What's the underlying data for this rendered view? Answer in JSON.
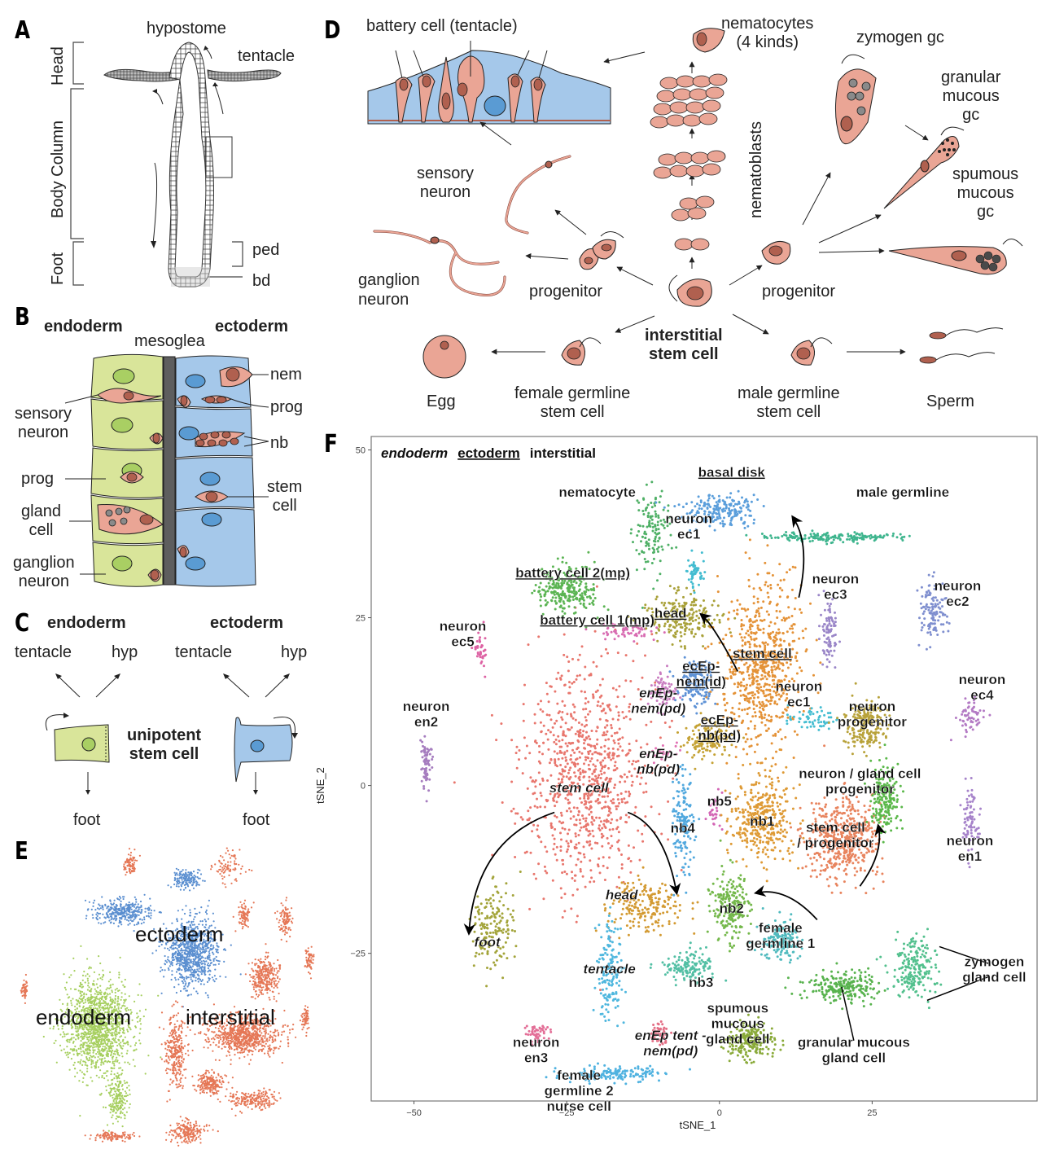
{
  "panels": {
    "A": {
      "letter": "A",
      "labels": {
        "hypostome": "hypostome",
        "tentacle": "tentacle",
        "head": "Head",
        "body_column": "Body Column",
        "foot": "Foot",
        "ped": "ped",
        "bd": "bd"
      }
    },
    "B": {
      "letter": "B",
      "labels": {
        "endoderm": "endoderm",
        "ectoderm": "ectoderm",
        "mesoglea": "mesoglea",
        "sensory_neuron_1": "sensory",
        "sensory_neuron_2": "neuron",
        "prog_left": "prog",
        "gland_cell_1": "gland",
        "gland_cell_2": "cell",
        "ganglion_1": "ganglion",
        "ganglion_2": "neuron",
        "nem": "nem",
        "prog_right": "prog",
        "nb": "nb",
        "stem_cell_1": "stem",
        "stem_cell_2": "cell"
      }
    },
    "C": {
      "letter": "C",
      "labels": {
        "endoderm": "endoderm",
        "ectoderm": "ectoderm",
        "tentacle_left": "tentacle",
        "hyp_left": "hyp",
        "tentacle_right": "tentacle",
        "hyp_right": "hyp",
        "unipotent_1": "unipotent",
        "unipotent_2": "stem cell",
        "foot_left": "foot",
        "foot_right": "foot"
      }
    },
    "D": {
      "letter": "D",
      "labels": {
        "battery_cell": "battery cell (tentacle)",
        "nematocytes_1": "nematocytes",
        "nematocytes_2": "(4 kinds)",
        "nematoblasts": "nematoblasts",
        "zymogen_gc": "zymogen gc",
        "granular_1": "granular",
        "granular_2": "mucous",
        "granular_3": "gc",
        "spumous_1": "spumous",
        "spumous_2": "mucous",
        "spumous_3": "gc",
        "sensory_1": "sensory",
        "sensory_2": "neuron",
        "ganglion_1": "ganglion",
        "ganglion_2": "neuron",
        "progenitor_left": "progenitor",
        "progenitor_right": "progenitor",
        "isc_1": "interstitial",
        "isc_2": "stem cell",
        "egg": "Egg",
        "female_1": "female  germline",
        "female_2": "stem cell",
        "male_1": "male germline",
        "male_2": "stem cell",
        "sperm": "Sperm"
      }
    },
    "E": {
      "letter": "E",
      "labels": {
        "ectoderm": "ectoderm",
        "endoderm": "endoderm",
        "interstitial": "interstitial"
      },
      "colors": {
        "ectoderm": "#5b8fd0",
        "endoderm": "#a6cf5f",
        "interstitial": "#e57756"
      }
    },
    "F": {
      "letter": "F"
    }
  },
  "colors": {
    "endoderm_fill": "#d9e59a",
    "endoderm_nucleus": "#a9cf63",
    "ectoderm_fill": "#a5c8ea",
    "ectoderm_nucleus": "#5a9bd3",
    "cell_fill": "#eaa595",
    "cell_nucleus": "#b0604f",
    "mesoglea": "#5e5e5e",
    "granule": "#8a8a8a"
  },
  "chart_data": {
    "type": "scatter",
    "title_parts": [
      {
        "text": "endoderm",
        "style": "italic"
      },
      {
        "text": "ectoderm",
        "style": "underline"
      },
      {
        "text": "interstitial",
        "style": "plain"
      }
    ],
    "xlabel": "tSNE_1",
    "ylabel": "tSNE_2",
    "xlim": [
      -57,
      52
    ],
    "ylim": [
      -47,
      52
    ],
    "xticks": [
      -50,
      -25,
      0,
      25
    ],
    "yticks": [
      50,
      25,
      0,
      -25
    ],
    "grid": false,
    "legend": "none",
    "clusters": [
      {
        "label": "stem cell",
        "style": "italic",
        "color": "#e8766d",
        "cx": -22,
        "cy": 1,
        "sx": 9,
        "sy": 14,
        "n": 900,
        "lx": -23,
        "ly": -1
      },
      {
        "label": "foot",
        "style": "italic",
        "color": "#a3a43a",
        "cx": -37,
        "cy": -21,
        "sx": 2.6,
        "sy": 5,
        "n": 160,
        "lx": -38,
        "ly": -24
      },
      {
        "label": "head",
        "style": "italic",
        "color": "#d39a32",
        "cx": -12,
        "cy": -18,
        "sx": 5,
        "sy": 3,
        "n": 200,
        "lx": -16,
        "ly": -17
      },
      {
        "label": "enEp-\nnem(pd)",
        "style": "italic",
        "color": "#c97cc0",
        "cx": -9,
        "cy": 14,
        "sx": 2,
        "sy": 2.5,
        "n": 70,
        "lx": -10,
        "ly": 12
      },
      {
        "label": "enEp-\nnb(pd)",
        "style": "italic",
        "color": "#e171b3",
        "cx": -9,
        "cy": 5,
        "sx": 1.5,
        "sy": 1.5,
        "n": 25,
        "lx": -10,
        "ly": 3
      },
      {
        "label": "tentacle",
        "style": "italic",
        "color": "#4fb7de",
        "cx": -18,
        "cy": -28,
        "sx": 1.8,
        "sy": 6,
        "n": 160,
        "lx": -18,
        "ly": -28
      },
      {
        "label": "enEp tent -\nnem(pd)",
        "style": "italic",
        "color": "#e36e85",
        "cx": -10,
        "cy": -37,
        "sx": 1.5,
        "sy": 1.2,
        "n": 50,
        "lx": -8,
        "ly": -39
      },
      {
        "label": "female\ngermline 2\nnurse cell",
        "style": "plain",
        "color": "#4fb2e0",
        "cx": -17,
        "cy": -43,
        "sx": 7,
        "sy": 1.0,
        "n": 150,
        "lx": -23,
        "ly": -46
      },
      {
        "label": "neuron\nen3",
        "style": "plain",
        "color": "#e36f97",
        "cx": -30,
        "cy": -37,
        "sx": 1.6,
        "sy": 1.1,
        "n": 50,
        "lx": -30,
        "ly": -40
      },
      {
        "label": "neuron\nen2",
        "style": "plain",
        "color": "#a67dbf",
        "cx": -48,
        "cy": 3,
        "sx": 0.7,
        "sy": 3.5,
        "n": 70,
        "lx": -48,
        "ly": 10
      },
      {
        "label": "neuron\nec5",
        "style": "plain",
        "color": "#dd62a3",
        "cx": -39,
        "cy": 20,
        "sx": 1.0,
        "sy": 2.0,
        "n": 40,
        "lx": -42,
        "ly": 22
      },
      {
        "label": "battery cell 2(mp)",
        "style": "underline",
        "color": "#5bb453",
        "cx": -25,
        "cy": 29,
        "sx": 4.5,
        "sy": 3,
        "n": 260,
        "lx": -24,
        "ly": 31
      },
      {
        "label": "battery cell 1(mp)",
        "style": "underline",
        "color": "#d86cb2",
        "cx": -15,
        "cy": 23,
        "sx": 4,
        "sy": 0.8,
        "n": 60,
        "lx": -20,
        "ly": 24
      },
      {
        "label": "head",
        "style": "underline",
        "color": "#a9a139",
        "cx": -6,
        "cy": 25,
        "sx": 5,
        "sy": 3,
        "n": 220,
        "lx": -8,
        "ly": 25
      },
      {
        "label": "nematocyte",
        "style": "plain",
        "color": "#4fb066",
        "cx": -11,
        "cy": 38,
        "sx": 2.5,
        "sy": 5,
        "n": 130,
        "lx": -20,
        "ly": 43
      },
      {
        "label": "neuron\nec1",
        "style": "plain",
        "color": "#43bcd0",
        "cx": -4,
        "cy": 32,
        "sx": 1.2,
        "sy": 2,
        "n": 50,
        "lx": -5,
        "ly": 38
      },
      {
        "label": "basal disk",
        "style": "underline",
        "color": "#5a9edb",
        "cx": 0,
        "cy": 41,
        "sx": 5,
        "sy": 2.2,
        "n": 200,
        "lx": 2,
        "ly": 46
      },
      {
        "label": "male germline",
        "style": "plain",
        "color": "#3fb58e",
        "cx": 19,
        "cy": 37,
        "sx": 9,
        "sy": 0.6,
        "n": 180,
        "lx": 30,
        "ly": 43
      },
      {
        "label": "stem cell",
        "style": "underline",
        "color": "#e49237",
        "cx": 7,
        "cy": 18,
        "sx": 5.5,
        "sy": 10,
        "n": 700,
        "lx": 7,
        "ly": 19
      },
      {
        "label": "ecEp-\nnem(id)",
        "style": "underline",
        "color": "#5e92d6",
        "cx": -4,
        "cy": 15,
        "sx": 2.2,
        "sy": 3,
        "n": 150,
        "lx": -3,
        "ly": 16
      },
      {
        "label": "ecEp-\nnb(pd)",
        "style": "underline",
        "color": "#c5a234",
        "cx": -2,
        "cy": 7,
        "sx": 3,
        "sy": 2.5,
        "n": 150,
        "lx": 0,
        "ly": 8
      },
      {
        "label": "nb5",
        "style": "plain",
        "color": "#d365b5",
        "cx": -1,
        "cy": -4,
        "sx": 1.2,
        "sy": 2.2,
        "n": 30,
        "lx": 0,
        "ly": -3
      },
      {
        "label": "nb4",
        "style": "plain",
        "color": "#51a8de",
        "cx": -6,
        "cy": -6,
        "sx": 1.5,
        "sy": 7,
        "n": 150,
        "lx": -6,
        "ly": -7
      },
      {
        "label": "nb1",
        "style": "plain",
        "color": "#de9a35",
        "cx": 7,
        "cy": -5,
        "sx": 4,
        "sy": 5,
        "n": 360,
        "lx": 7,
        "ly": -6
      },
      {
        "label": "nb2",
        "style": "plain",
        "color": "#74b84b",
        "cx": 2,
        "cy": -18,
        "sx": 2.5,
        "sy": 4,
        "n": 220,
        "lx": 2,
        "ly": -19
      },
      {
        "label": "nb3",
        "style": "plain",
        "color": "#52bfa4",
        "cx": -5,
        "cy": -27,
        "sx": 4,
        "sy": 2,
        "n": 140,
        "lx": -3,
        "ly": -30
      },
      {
        "label": "stem cell\n/ progenitor",
        "style": "plain",
        "color": "#e8845e",
        "cx": 20,
        "cy": -8,
        "sx": 5,
        "sy": 5,
        "n": 500,
        "lx": 19,
        "ly": -8
      },
      {
        "label": "female\ngermline 1",
        "style": "plain",
        "color": "#4fbabe",
        "cx": 10,
        "cy": -23,
        "sx": 2.5,
        "sy": 2.5,
        "n": 160,
        "lx": 10,
        "ly": -23
      },
      {
        "label": "neuron\nec1",
        "style": "plain",
        "color": "#44bdd1",
        "cx": 15,
        "cy": 10,
        "sx": 3,
        "sy": 1.3,
        "n": 60,
        "lx": 13,
        "ly": 13
      },
      {
        "label": "neuron\nprogenitor",
        "style": "plain",
        "color": "#b8a23a",
        "cx": 24,
        "cy": 9,
        "sx": 3,
        "sy": 3,
        "n": 220,
        "lx": 25,
        "ly": 10
      },
      {
        "label": "neuron / gland cell\nprogenitor",
        "style": "plain",
        "color": "#5bb84a",
        "cx": 27,
        "cy": -2,
        "sx": 2,
        "sy": 4,
        "n": 200,
        "lx": 23,
        "ly": 0
      },
      {
        "label": "neuron\nec3",
        "style": "plain",
        "color": "#9a86c8",
        "cx": 18,
        "cy": 23,
        "sx": 1.3,
        "sy": 4,
        "n": 90,
        "lx": 19,
        "ly": 29
      },
      {
        "label": "neuron\nec2",
        "style": "plain",
        "color": "#7f8fcf",
        "cx": 35,
        "cy": 26,
        "sx": 1.8,
        "sy": 4,
        "n": 120,
        "lx": 39,
        "ly": 28
      },
      {
        "label": "neuron\nec4",
        "style": "plain",
        "color": "#b37ac4",
        "cx": 41,
        "cy": 10,
        "sx": 2,
        "sy": 2,
        "n": 60,
        "lx": 43,
        "ly": 14
      },
      {
        "label": "neuron\nen1",
        "style": "plain",
        "color": "#a683ca",
        "cx": 41,
        "cy": -5,
        "sx": 1.2,
        "sy": 4,
        "n": 80,
        "lx": 41,
        "ly": -10
      },
      {
        "label": "zymogen\ngland cell",
        "style": "plain",
        "color": "#52c08d",
        "cx": 32,
        "cy": -27,
        "sx": 3,
        "sy": 4,
        "n": 200,
        "lx": 45,
        "ly": -28
      },
      {
        "label": "granular mucous\ngland cell",
        "style": "plain",
        "color": "#59b34f",
        "cx": 20,
        "cy": -30,
        "sx": 5,
        "sy": 2,
        "n": 230,
        "lx": 22,
        "ly": -40
      },
      {
        "label": "spumous\nmucous\ngland cell",
        "style": "plain",
        "color": "#8aaa3a",
        "cx": 5,
        "cy": -38,
        "sx": 3,
        "sy": 2.2,
        "n": 220,
        "lx": 3,
        "ly": -36
      }
    ]
  }
}
